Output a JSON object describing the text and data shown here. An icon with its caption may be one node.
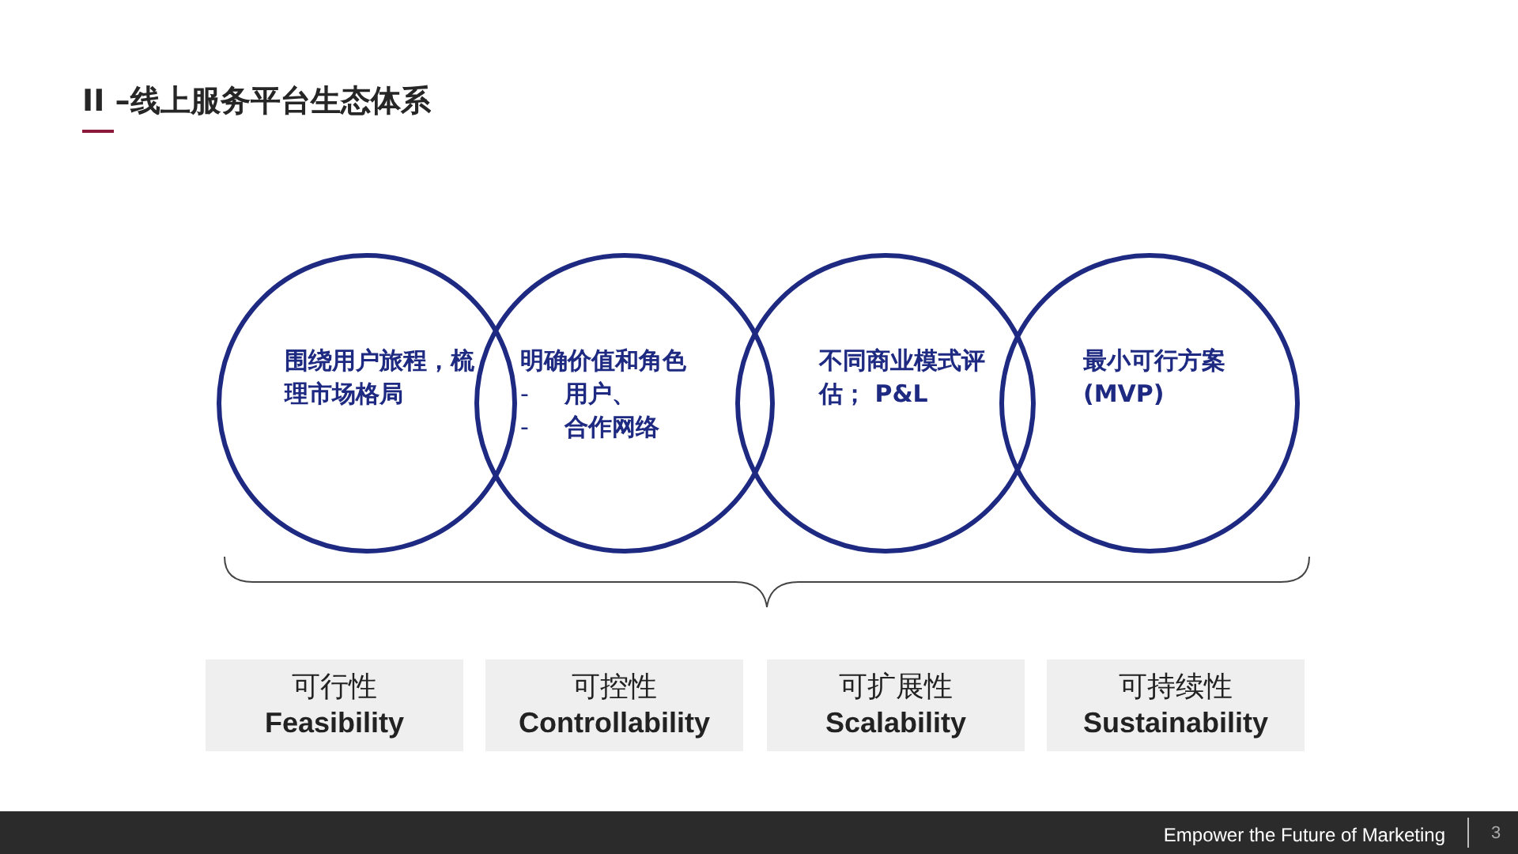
{
  "diagram": {
    "title": "II –线上服务平台生态体系",
    "nodes": [
      {
        "text": [
          "围绕用户旅程，梳理市场格局"
        ]
      },
      {
        "text": [
          "明确价值和角色",
          "-",
          "用户、",
          "-",
          "合作网络"
        ]
      },
      {
        "text": [
          "不同商业模式评估； P&L"
        ]
      },
      {
        "text": [
          "最小可行方案(MVP)"
        ]
      },
      {
        "text": [
          "可行性",
          "Feasibility"
        ]
      },
      {
        "text": [
          "可控性",
          "Controllability"
        ]
      },
      {
        "text": [
          "可扩展性",
          "Scalability"
        ]
      },
      {
        "text": [
          "可持续性",
          "Sustainability"
        ]
      }
    ],
    "labels": [
      "Empower the Future of Marketing",
      "3"
    ]
  }
}
